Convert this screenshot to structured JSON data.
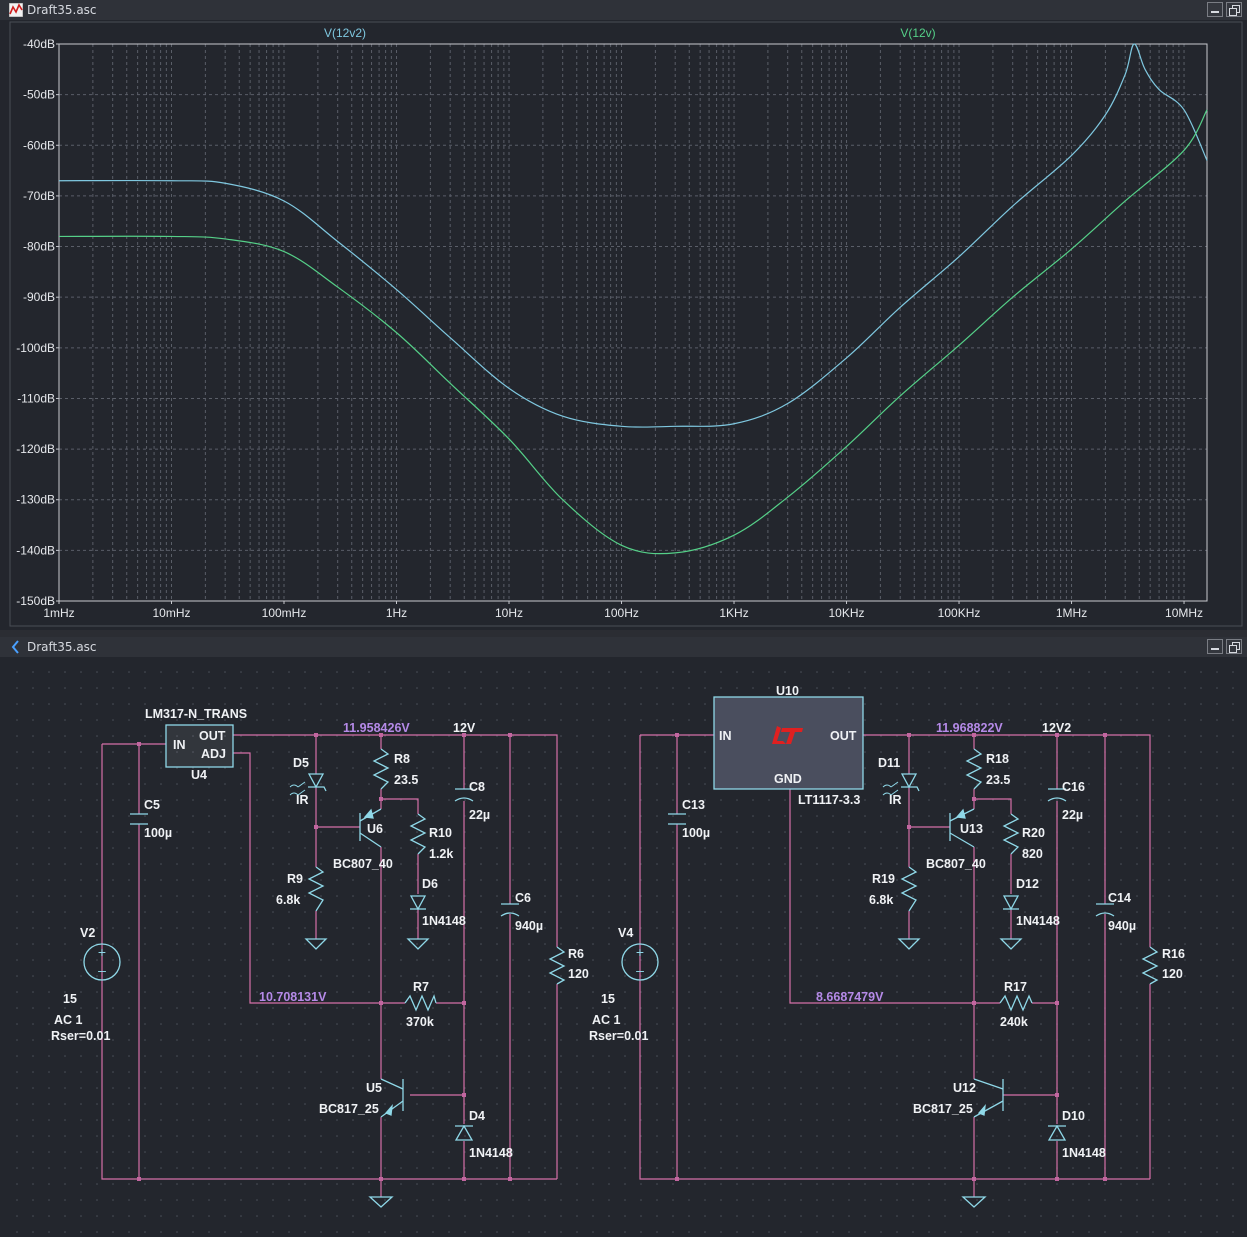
{
  "plot_window": {
    "title": "Draft35.asc",
    "trace_labels": [
      "V(12v2)",
      "V(12v)"
    ]
  },
  "schematic_window": {
    "title": "Draft35.asc",
    "left_circuit": {
      "regulator_name": "LM317-N_TRANS",
      "regulator_ref": "U4",
      "pin_in": "IN",
      "pin_out": "OUT",
      "pin_adj": "ADJ",
      "node_voltage_out": "11.958426V",
      "node_voltage_adj": "10.708131V",
      "net_label": "12V",
      "D5": "D5",
      "D5_val": "IR",
      "R8": "R8",
      "R8_val": "23.5",
      "C8": "C8",
      "C8_val": "22µ",
      "U6": "U6",
      "U6_val": "BC807_40",
      "R10": "R10",
      "R10_val": "1.2k",
      "R9": "R9",
      "R9_val": "6.8k",
      "D6": "D6",
      "D6_val": "1N4148",
      "C6": "C6",
      "C6_val": "940µ",
      "R6": "R6",
      "R6_val": "120",
      "C5": "C5",
      "C5_val": "100µ",
      "V2": "V2",
      "V2_dc": "15",
      "V2_ac": "AC 1",
      "V2_rser": "Rser=0.01",
      "R7": "R7",
      "R7_val": "370k",
      "U5": "U5",
      "U5_val": "BC817_25",
      "D4": "D4",
      "D4_val": "1N4148"
    },
    "right_circuit": {
      "regulator_ref": "U10",
      "regulator_name": "LT1117-3.3",
      "pin_in": "IN",
      "pin_out": "OUT",
      "pin_gnd": "GND",
      "node_voltage_out": "11.968822V",
      "node_voltage_adj": "8.6687479V",
      "net_label": "12V2",
      "D11": "D11",
      "D11_val": "IR",
      "R18": "R18",
      "R18_val": "23.5",
      "C16": "C16",
      "C16_val": "22µ",
      "U13": "U13",
      "U13_val": "BC807_40",
      "R20": "R20",
      "R20_val": "820",
      "R19": "R19",
      "R19_val": "6.8k",
      "D12": "D12",
      "D12_val": "1N4148",
      "C14": "C14",
      "C14_val": "940µ",
      "R16": "R16",
      "R16_val": "120",
      "C13": "C13",
      "C13_val": "100µ",
      "V4": "V4",
      "V4_dc": "15",
      "V4_ac": "AC 1",
      "V4_rser": "Rser=0.01",
      "R17": "R17",
      "R17_val": "240k",
      "U12": "U12",
      "U12_val": "BC817_25",
      "D10": "D10",
      "D10_val": "1N4148"
    }
  },
  "colors": {
    "trace_12v2": "#7fc8e0",
    "trace_12v": "#55d088",
    "wire": "#d46fa8",
    "component": "#8fd8e8",
    "node_voltage": "#b58ae8",
    "grid": "#5a5e68"
  },
  "chart_data": {
    "type": "line",
    "x_scale": "log",
    "xlim": [
      0.001,
      16000000
    ],
    "ylim": [
      -150,
      -40
    ],
    "grid": true,
    "x_ticks": [
      "1mHz",
      "10mHz",
      "100mHz",
      "1Hz",
      "10Hz",
      "100Hz",
      "1KHz",
      "10KHz",
      "100KHz",
      "1MHz",
      "10MHz"
    ],
    "y_ticks": [
      "-40dB",
      "-50dB",
      "-60dB",
      "-70dB",
      "-80dB",
      "-90dB",
      "-100dB",
      "-110dB",
      "-120dB",
      "-130dB",
      "-140dB",
      "-150dB"
    ],
    "series": [
      {
        "name": "V(12v2)",
        "x": [
          0.001,
          0.01,
          0.03,
          0.1,
          0.3,
          1,
          3,
          10,
          30,
          100,
          300,
          1000,
          3000,
          10000,
          30000,
          100000,
          300000,
          1000000,
          2000000,
          3000000,
          3600000,
          4500000,
          6000000,
          10000000,
          16000000
        ],
        "y": [
          -67,
          -67,
          -67.5,
          -71,
          -79,
          -88.5,
          -98,
          -108,
          -113.5,
          -115.5,
          -115.5,
          -115,
          -111,
          -102,
          -92,
          -82,
          -72,
          -62,
          -54,
          -46,
          -40,
          -45,
          -49,
          -53,
          -63
        ]
      },
      {
        "name": "V(12v)",
        "x": [
          0.001,
          0.01,
          0.03,
          0.1,
          0.3,
          1,
          3,
          10,
          30,
          100,
          300,
          1000,
          3000,
          10000,
          30000,
          100000,
          300000,
          1000000,
          3000000,
          10000000,
          16000000
        ],
        "y": [
          -78,
          -78,
          -78.5,
          -81,
          -88,
          -97,
          -107,
          -118,
          -130,
          -139,
          -140.5,
          -137,
          -129.5,
          -119.5,
          -109.5,
          -99.5,
          -90,
          -80.5,
          -71,
          -61,
          -53
        ]
      }
    ]
  }
}
